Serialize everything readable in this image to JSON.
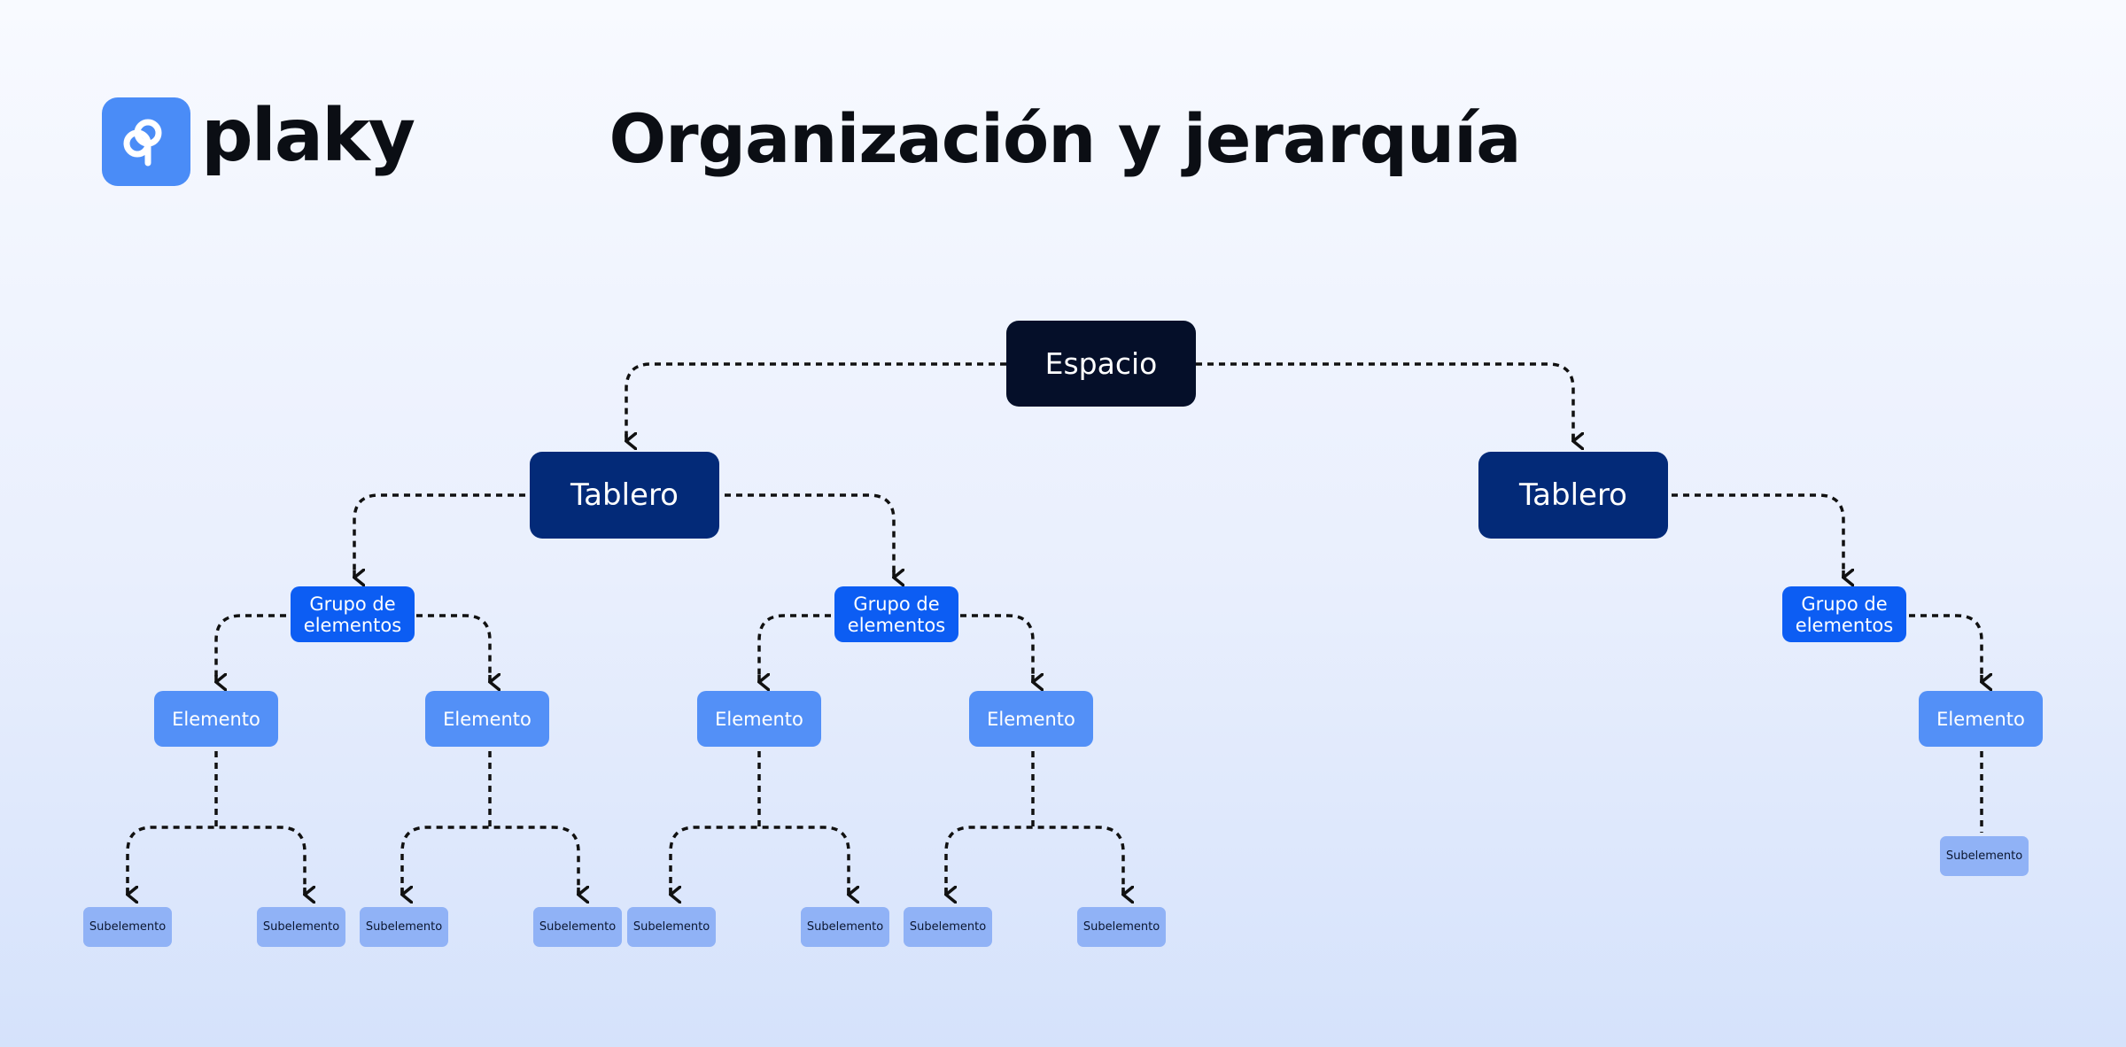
{
  "brand": {
    "name": "plaky",
    "color": "#4a8cf7"
  },
  "title": "Organización y jerarquía",
  "diagram": {
    "space": "Espacio",
    "board_left": "Tablero",
    "board_right": "Tablero",
    "group_1": "Grupo de elementos",
    "group_2": "Grupo de elementos",
    "group_3": "Grupo de elementos",
    "item_1": "Elemento",
    "item_2": "Elemento",
    "item_3": "Elemento",
    "item_4": "Elemento",
    "item_5": "Elemento",
    "sub_1": "Subelemento",
    "sub_2": "Subelemento",
    "sub_3": "Subelemento",
    "sub_4": "Subelemento",
    "sub_5": "Subelemento",
    "sub_6": "Subelemento",
    "sub_7": "Subelemento",
    "sub_8": "Subelemento",
    "sub_9": "Subelemento"
  },
  "colors": {
    "space": "#050f29",
    "board": "#032a78",
    "group": "#0c5df3",
    "item": "#5390f7",
    "subitem": "#90b2f6",
    "connector": "#111111"
  }
}
